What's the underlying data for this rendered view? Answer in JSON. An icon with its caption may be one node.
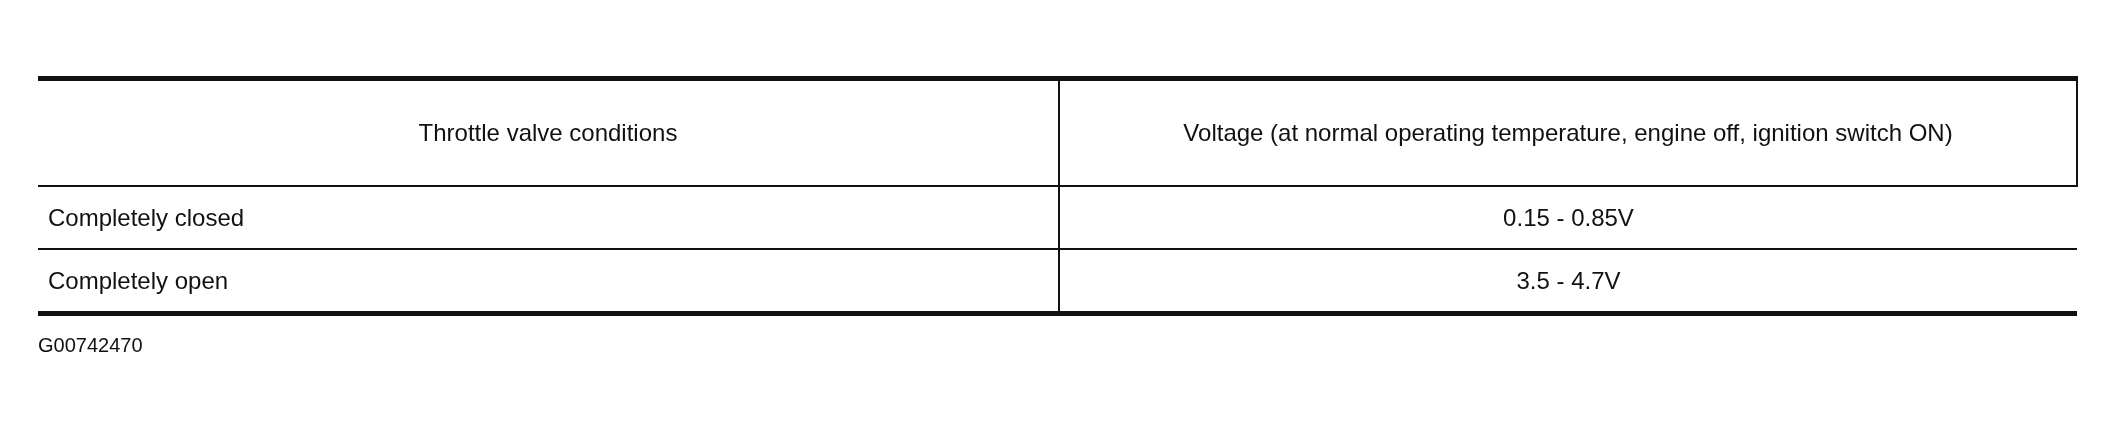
{
  "diagram": {
    "labels": [
      "Throttle valve conditions",
      "Voltage (at normal operating temperature, engine off, ignition switch ON)",
      "Completely closed",
      "0.15 - 0.85V",
      "Completely open",
      "3.5 - 4.7V",
      "G00742470"
    ]
  }
}
